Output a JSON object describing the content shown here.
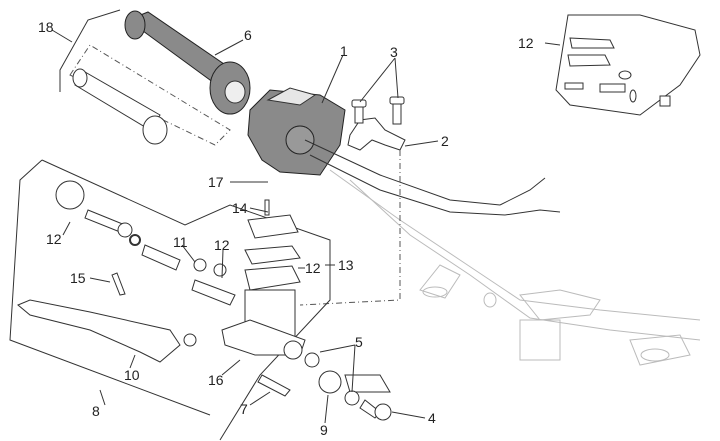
{
  "diagram": {
    "type": "exploded-parts-diagram",
    "subject": "handlebar front brake master cylinder / right switch assembly",
    "callouts": [
      {
        "id": "c1",
        "text": "1"
      },
      {
        "id": "c2",
        "text": "2"
      },
      {
        "id": "c3",
        "text": "3"
      },
      {
        "id": "c4",
        "text": "4"
      },
      {
        "id": "c5",
        "text": "5"
      },
      {
        "id": "c6",
        "text": "6"
      },
      {
        "id": "c7",
        "text": "7"
      },
      {
        "id": "c8",
        "text": "8"
      },
      {
        "id": "c9",
        "text": "9"
      },
      {
        "id": "c10",
        "text": "10"
      },
      {
        "id": "c11",
        "text": "11"
      },
      {
        "id": "c12a",
        "text": "12"
      },
      {
        "id": "c12b",
        "text": "12"
      },
      {
        "id": "c12c",
        "text": "12"
      },
      {
        "id": "c12d",
        "text": "12"
      },
      {
        "id": "c13",
        "text": "13"
      },
      {
        "id": "c14",
        "text": "14"
      },
      {
        "id": "c15",
        "text": "15"
      },
      {
        "id": "c16",
        "text": "16"
      },
      {
        "id": "c17",
        "text": "17"
      },
      {
        "id": "c18",
        "text": "18"
      }
    ],
    "colors": {
      "line": "#333333",
      "part_dark": "#8a8a8a",
      "frame_light": "#bbbbbb",
      "background": "#ffffff"
    }
  }
}
